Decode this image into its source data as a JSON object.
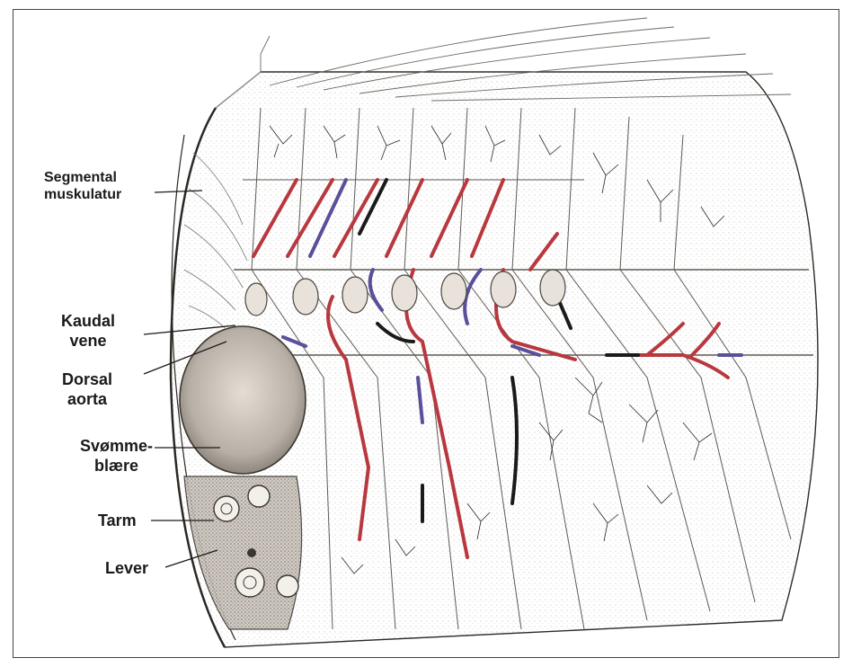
{
  "figure": {
    "labels": [
      {
        "id": "segmental",
        "lines": [
          "Segmental",
          "muskulatur"
        ]
      },
      {
        "id": "kaudal",
        "lines": [
          "Kaudal",
          "vene"
        ]
      },
      {
        "id": "dorsal",
        "lines": [
          "Dorsal",
          "aorta"
        ]
      },
      {
        "id": "svomme",
        "lines": [
          "Svømme-",
          "blære"
        ]
      },
      {
        "id": "tarm",
        "lines": [
          "Tarm"
        ]
      },
      {
        "id": "lever",
        "lines": [
          "Lever"
        ]
      }
    ],
    "colors": {
      "artery": "#b8383e",
      "vein": "#5a4f9a",
      "dark_vessel": "#1a1a1a",
      "tissue": "#8a8580",
      "background": "#ffffff"
    }
  }
}
